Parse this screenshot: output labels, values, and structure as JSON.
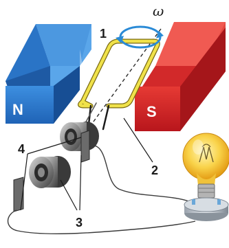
{
  "labels": {
    "north": "N",
    "south": "S",
    "omega": "ω",
    "frame": "1",
    "leads": "2",
    "rings": "3",
    "brushes": "4"
  },
  "colors": {
    "north_magnet": "#2f7fd0",
    "south_magnet": "#d8262c",
    "frame": "#f0e24a",
    "rotation_arrow": "#2a8ad6",
    "bulb": "#f6c93a"
  }
}
